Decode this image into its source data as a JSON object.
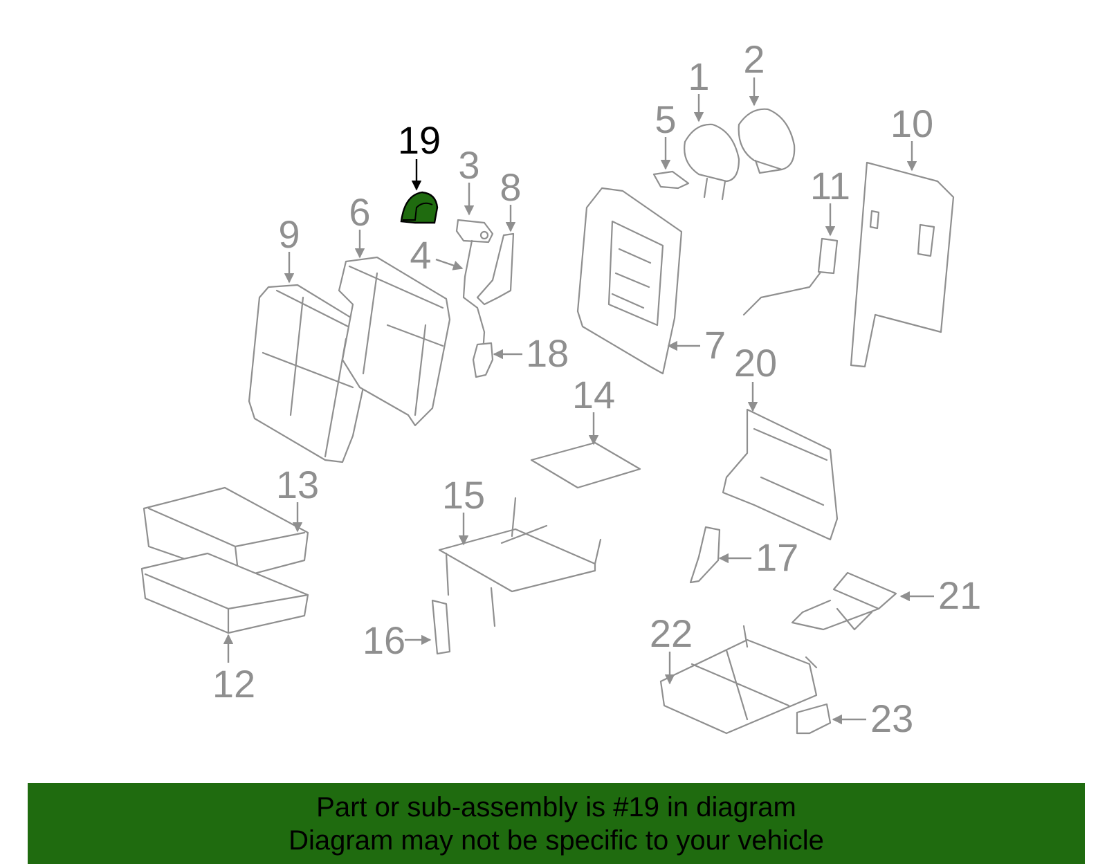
{
  "diagram": {
    "callouts": [
      "1",
      "2",
      "3",
      "4",
      "5",
      "6",
      "7",
      "8",
      "9",
      "10",
      "11",
      "12",
      "13",
      "14",
      "15",
      "16",
      "17",
      "18",
      "19",
      "20",
      "21",
      "22",
      "23"
    ],
    "highlighted_callout": "19",
    "highlight_color": "#1f6b0f",
    "part_color": "#8f8f8f"
  },
  "banner": {
    "line1": "Part or sub-assembly is #19 in diagram",
    "line2": "Diagram may not be specific to your vehicle",
    "background": "#1f6b0f"
  }
}
